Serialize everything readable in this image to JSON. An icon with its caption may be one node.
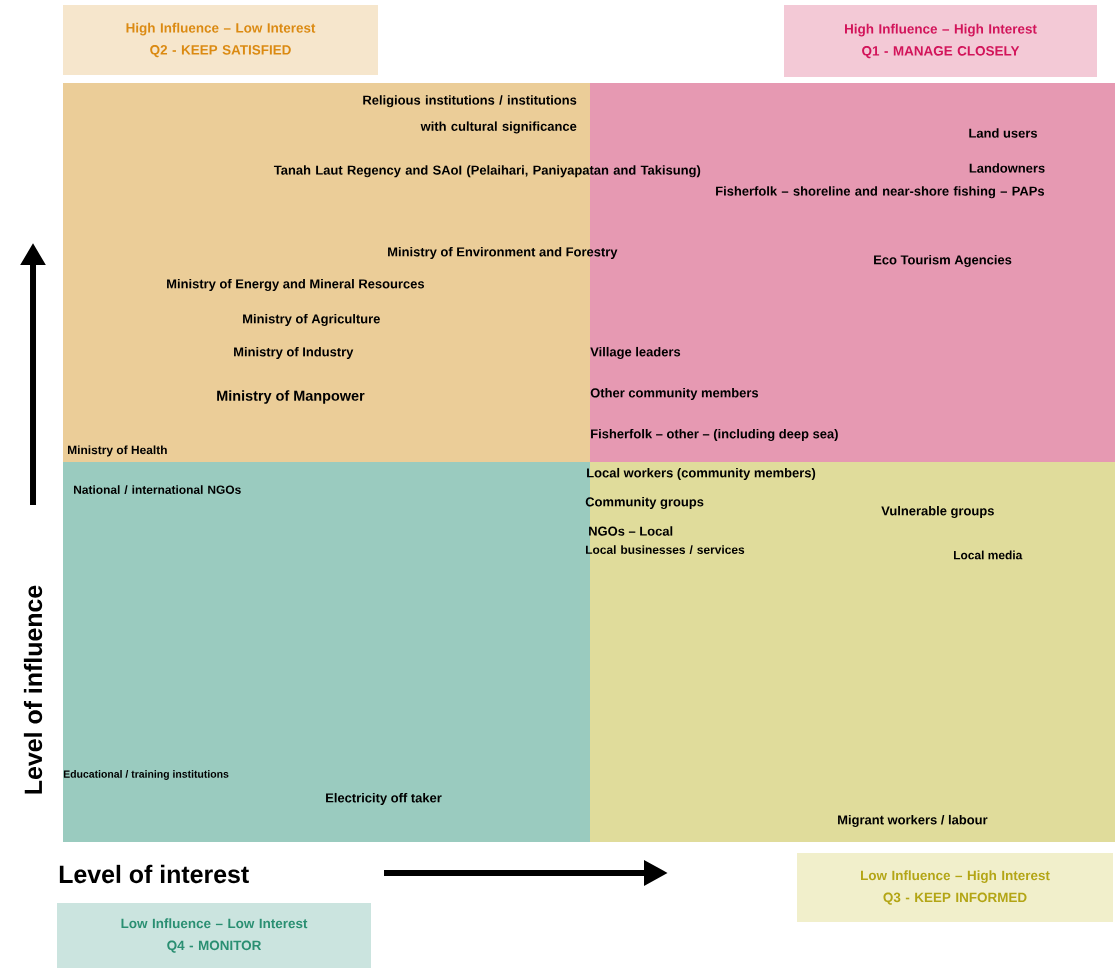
{
  "diagram": {
    "nodes": [
      {
        "text": [
          "High Influence – Low Interest",
          "Q2 - KEEP SATISFIED"
        ]
      },
      {
        "text": [
          "High Influence – High Interest",
          "Q1 - MANAGE CLOSELY"
        ]
      },
      {
        "text": [],
        "shape": "box"
      },
      {
        "text": [],
        "shape": "box"
      },
      {
        "text": [],
        "shape": "box"
      },
      {
        "text": [],
        "shape": "box"
      },
      {
        "text": [
          "Low Influence – High Interest",
          "Q3 - KEEP INFORMED"
        ]
      },
      {
        "text": [
          "Low Influence – Low Interest",
          "Q4 - MONITOR"
        ]
      }
    ],
    "labels": [
      "Religious institutions / institutions with cultural significance",
      "Tanah Laut Regency and SAoI (Pelaihari, Paniyapatan and Takisung)",
      "Land users",
      "Landowners",
      "Fisherfolk – shoreline and near-shore fishing – PAPs",
      "Ministry of Environment and Forestry",
      "Eco Tourism Agencies",
      "Ministry of Energy and Mineral Resources",
      "Ministry of Agriculture",
      "Ministry of Industry",
      "Village leaders",
      "Ministry of Manpower",
      "Other community members",
      "Fisherfolk – other – (including deep sea)",
      "Ministry of Health",
      "Local workers (community members)",
      "National / international NGOs",
      "Community groups",
      "Vulnerable groups",
      "NGOs – Local",
      "Local businesses / services",
      "Local media",
      "Educational / training institutions",
      "Electricity off taker",
      "Migrant workers / labour",
      "Level of influence",
      "Level of interest"
    ]
  }
}
